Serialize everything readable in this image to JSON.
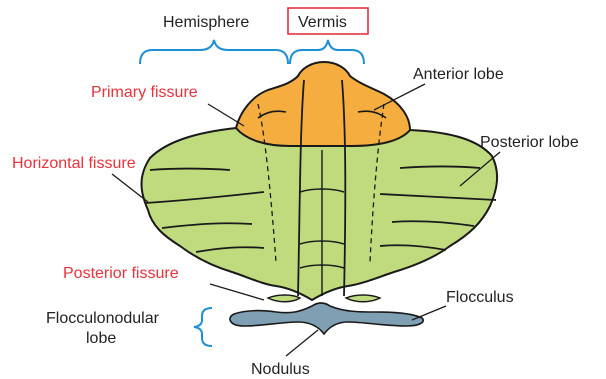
{
  "labels": {
    "hemisphere": "Hemisphere",
    "vermis": "Vermis",
    "primary_fissure": "Primary fissure",
    "anterior_lobe": "Anterior lobe",
    "posterior_lobe": "Posterior lobe",
    "horizontal_fissure": "Horizontal fissure",
    "posterior_fissure": "Posterior fissure",
    "flocculus": "Flocculus",
    "flocculonodular_line1": "Flocculonodular",
    "flocculonodular_line2": "lobe",
    "nodulus": "Nodulus"
  },
  "colors": {
    "fissure_label": "#e8323c",
    "structure_label": "#222222",
    "brace": "#1e90d6",
    "vermis_box": "#e8323c",
    "anterior_fill": "#f5ad3f",
    "posterior_fill": "#bfdb7e",
    "flocculonodular_fill": "#7f9fb3",
    "outline": "#1a1a1a"
  }
}
